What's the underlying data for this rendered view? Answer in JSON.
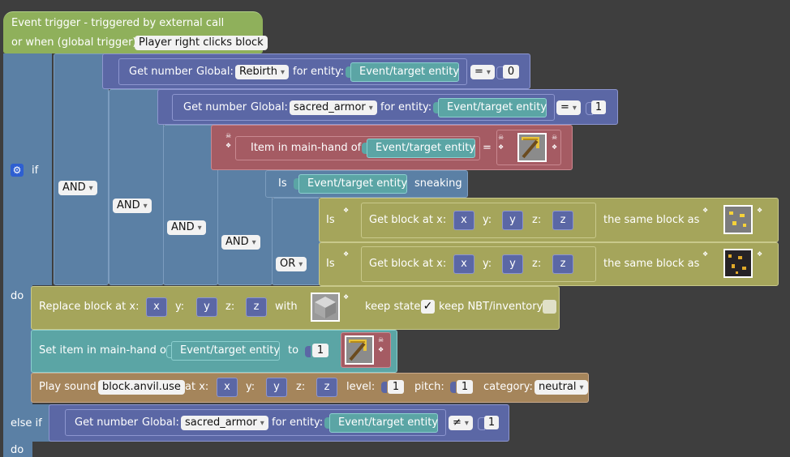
{
  "trigger": {
    "title": "Event trigger - triggered by external call",
    "global_label": "or when (global trigger):",
    "global_value": "Player right clicks block"
  },
  "if_block": {
    "if_label": "if",
    "do_label": "do",
    "else_if_label": "else if",
    "do2_label": "do",
    "operators": {
      "and1": "AND",
      "and2": "AND",
      "and3": "AND",
      "and4": "AND",
      "or1": "OR"
    },
    "cond_rebirth": {
      "get_number": "Get number",
      "global": "Global:",
      "variable": "Rebirth",
      "for_entity": "for entity:",
      "entity": "Event/target entity",
      "op": "=",
      "value": "0"
    },
    "cond_armor": {
      "get_number": "Get number",
      "global": "Global:",
      "variable": "sacred_armor",
      "for_entity": "for entity:",
      "entity": "Event/target entity",
      "op": "=",
      "value": "1"
    },
    "cond_item": {
      "label": "Item in main-hand of",
      "entity": "Event/target entity",
      "op": "=",
      "item_icon": "golden-pickaxe-icon"
    },
    "cond_sneak": {
      "is": "Is",
      "entity": "Event/target entity",
      "sneaking": "sneaking"
    },
    "cond_block1": {
      "is": "Is",
      "get_block": "Get block at x:",
      "x": "x",
      "y_label": "y:",
      "y": "y",
      "z_label": "z:",
      "z": "z",
      "same": "the same block as",
      "block_icon": "gold-ore-icon"
    },
    "cond_block2": {
      "is": "Is",
      "get_block": "Get block at x:",
      "x": "x",
      "y_label": "y:",
      "y": "y",
      "z_label": "z:",
      "z": "z",
      "same": "the same block as",
      "block_icon": "gilded-blackstone-icon"
    }
  },
  "actions": {
    "replace": {
      "label": "Replace block at x:",
      "x": "x",
      "y_label": "y:",
      "y": "y",
      "z_label": "z:",
      "z": "z",
      "with": "with",
      "keep_state": "keep state",
      "keep_nbt": "keep NBT/inventory",
      "block_icon": "stone-block-icon"
    },
    "set_item": {
      "label": "Set item in main-hand of",
      "entity": "Event/target entity",
      "to": "to",
      "count": "1",
      "item_icon": "golden-pickaxe-icon"
    },
    "play_sound": {
      "label": "Play sound",
      "sound": "block.anvil.use",
      "at_x": "at x:",
      "x": "x",
      "y_label": "y:",
      "y": "y",
      "z_label": "z:",
      "z": "z",
      "level_label": "level:",
      "level": "1",
      "pitch_label": "pitch:",
      "pitch": "1",
      "category_label": "category:",
      "category": "neutral"
    }
  },
  "else_cond": {
    "get_number": "Get number",
    "global": "Global:",
    "variable": "sacred_armor",
    "for_entity": "for entity:",
    "entity": "Event/target entity",
    "op": "≠",
    "value": "1"
  },
  "colors": {
    "background": "#3e3e3e",
    "trigger": "#8fb05b",
    "control": "#5b80a5",
    "logic": "#5b80a5",
    "number": "#5b67a5",
    "item": "#a55b63",
    "entity": "#5ba5a5",
    "world": "#a5a55b",
    "sound": "#a5855b"
  }
}
